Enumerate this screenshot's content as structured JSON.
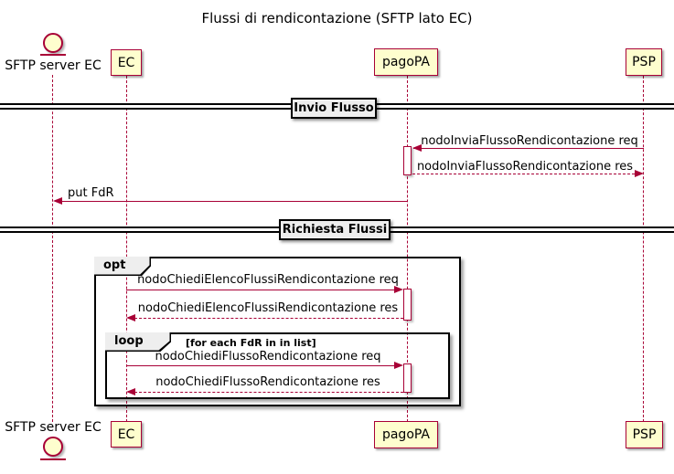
{
  "title": "Flussi di rendicontazione (SFTP lato EC)",
  "colors": {
    "accent": "#A80036",
    "pfill": "#FEFECE",
    "labelfill": "#EEEEEE"
  },
  "participants": {
    "sftp": "SFTP server EC",
    "ec": "EC",
    "pagopa": "pagoPA",
    "psp": "PSP"
  },
  "dividers": {
    "invio": "Invio Flusso",
    "richiesta": "Richiesta Flussi"
  },
  "messages": {
    "invia_req": "nodoInviaFlussoRendicontazione req",
    "invia_res": "nodoInviaFlussoRendicontazione res",
    "put_fdr": "put FdR",
    "elenco_req": "nodoChiediElencoFlussiRendicontazione req",
    "elenco_res": "nodoChiediElencoFlussiRendicontazione res",
    "flusso_req": "nodoChiediFlussoRendicontazione req",
    "flusso_res": "nodoChiediFlussoRendicontazione res"
  },
  "fragments": {
    "opt": {
      "keyword": "opt"
    },
    "loop": {
      "keyword": "loop",
      "guard": "[for each FdR in in list]"
    }
  }
}
